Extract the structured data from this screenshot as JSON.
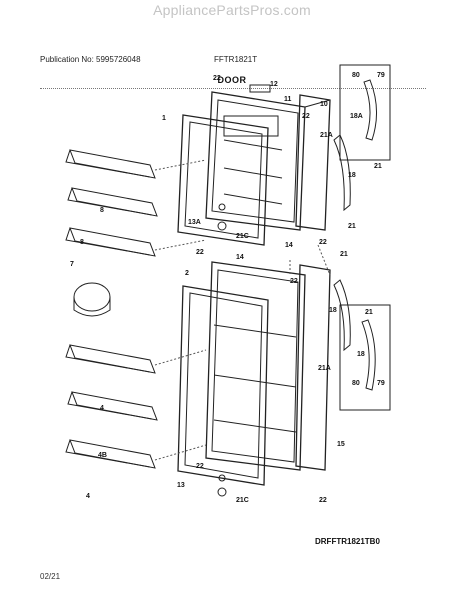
{
  "watermark": "AppliancePartsPros.com",
  "header": {
    "publication": "Publication No: 5995726048",
    "model": "FFTR1821T",
    "section_title": "DOOR"
  },
  "diagram_code": "DRFFTR1821TB0",
  "footer_date": "02/21",
  "callouts": {
    "c1": "1",
    "c2": "2",
    "c4a": "4",
    "c4b": "4",
    "c4B": "4B",
    "c7": "7",
    "c8a": "8",
    "c8b": "8",
    "c10": "10",
    "c11": "11",
    "c12": "12",
    "c13": "13",
    "c13A": "13A",
    "c14a": "14",
    "c14b": "14",
    "c15": "15",
    "c18a": "18",
    "c18b": "18",
    "c18A": "18A",
    "c18bx": "18",
    "c21a": "21",
    "c21b": "21",
    "c21c": "21",
    "c21d": "21",
    "c21A1": "21A",
    "c21A2": "21A",
    "c21C1": "21C",
    "c21C2": "21C",
    "c22a": "22",
    "c22b": "22",
    "c22c": "22",
    "c22d": "22",
    "c22e": "22",
    "c22f": "22",
    "c22g": "22",
    "c79a": "79",
    "c79b": "79",
    "c80a": "80",
    "c80b": "80"
  }
}
